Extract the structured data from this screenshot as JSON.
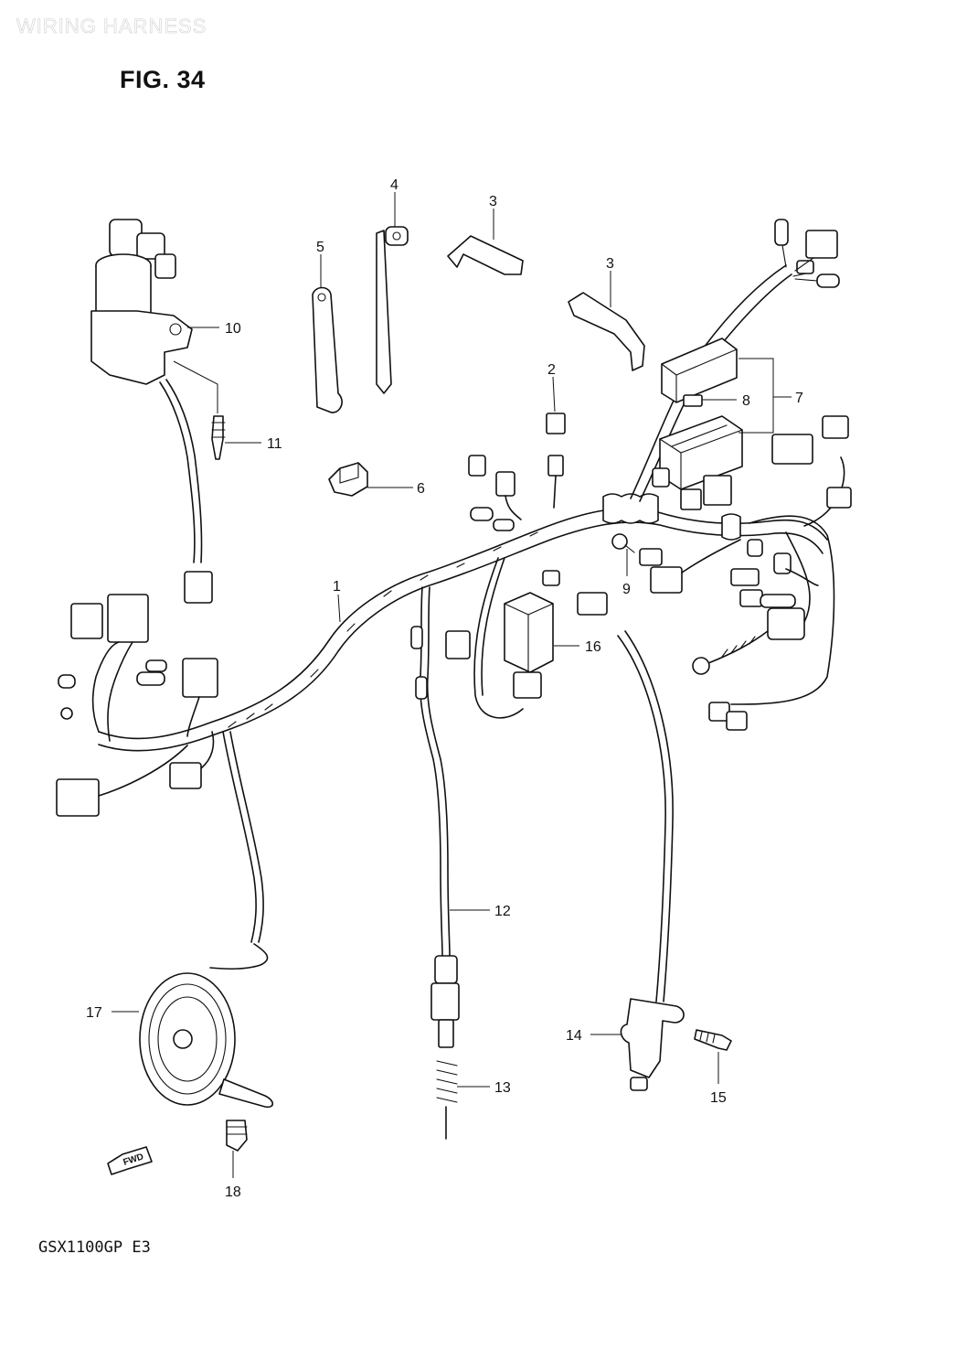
{
  "header": {
    "watermark": "WIRING HARNESS",
    "figure_title": "FIG. 34"
  },
  "footer": {
    "model_code": "GSX1100GP E3"
  },
  "direction_marker": "FWD",
  "callouts": {
    "c1": "1",
    "c2": "2",
    "c3a": "3",
    "c3b": "3",
    "c4": "4",
    "c5": "5",
    "c6": "6",
    "c7": "7",
    "c8": "8",
    "c9": "9",
    "c10": "10",
    "c11": "11",
    "c12": "12",
    "c13": "13",
    "c14": "14",
    "c15": "15",
    "c16": "16",
    "c17": "17",
    "c18": "18"
  }
}
